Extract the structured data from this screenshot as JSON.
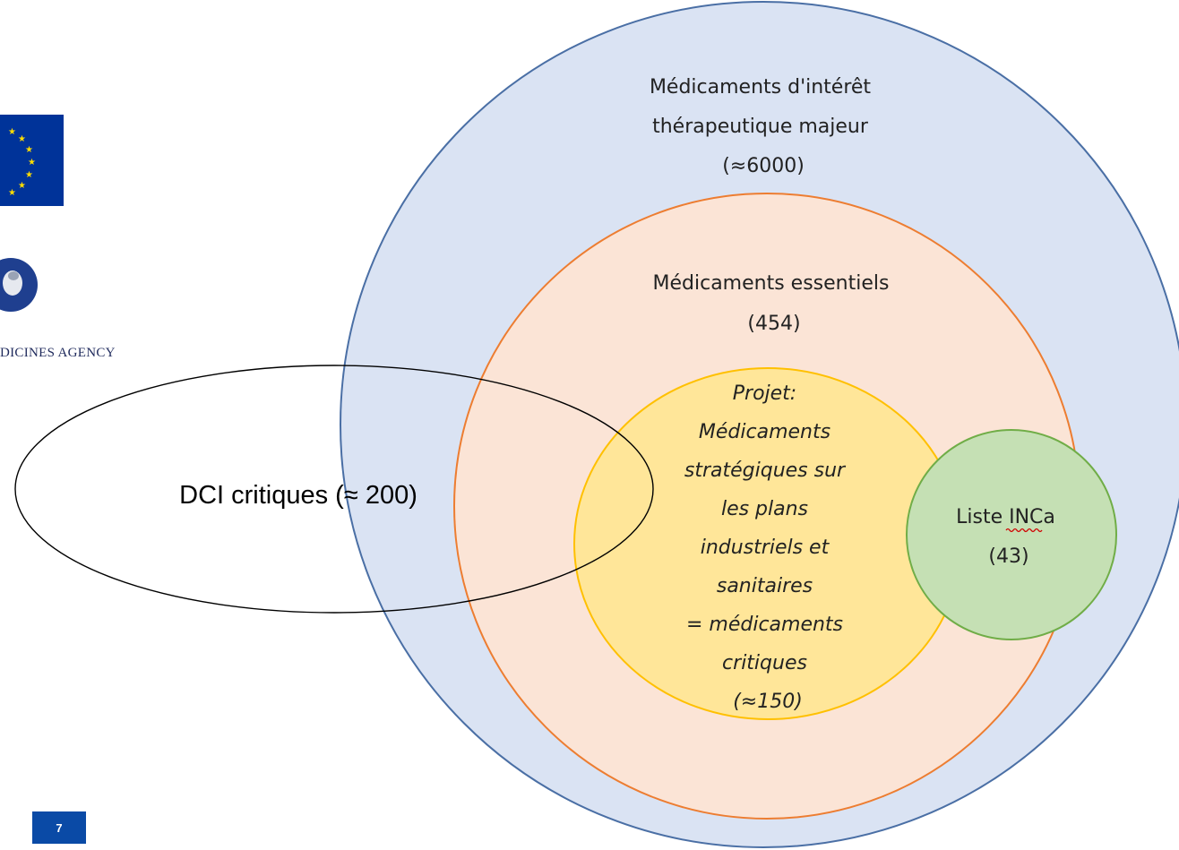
{
  "circles": {
    "outer": {
      "lines": [
        "Médicaments d'intérêt",
        "thérapeutique majeur",
        "(≈6000)"
      ],
      "fill": "#dae3f3",
      "stroke": "#4a6fa5"
    },
    "middle": {
      "lines": [
        "Médicaments essentiels",
        "(454)"
      ],
      "fill": "#fbe4d6",
      "stroke": "#ed7d31"
    },
    "inner": {
      "lines": [
        "Projet:",
        "Médicaments",
        "stratégiques sur",
        "les plans",
        "industriels et",
        "sanitaires",
        "= médicaments",
        "critiques",
        "(≈150)"
      ],
      "fill": "#ffe699",
      "stroke": "#ffc000"
    },
    "inca": {
      "lines": [
        "Liste INCa",
        "(43)"
      ],
      "fill": "#c5e0b4",
      "stroke": "#70ad47"
    }
  },
  "ellipse_dci": {
    "label": "DCI critiques (≈ 200)"
  },
  "logos": {
    "ema_text": "DICINES AGENCY",
    "eu_flag_color": "#003399",
    "star_color": "#ffdd00"
  },
  "page_number": "7"
}
